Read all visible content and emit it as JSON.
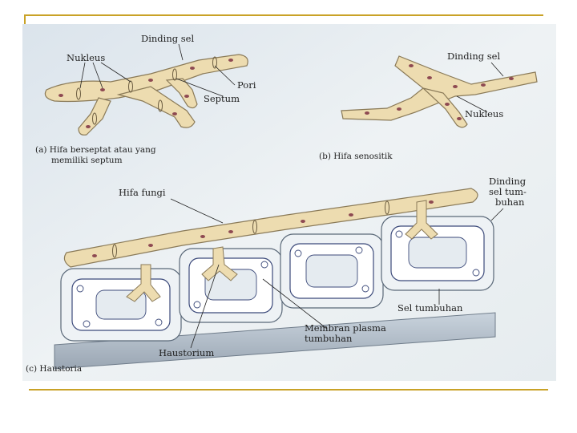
{
  "labels": {
    "dinding_sel_a": "Dinding sel",
    "nukleus_a": "Nukleus",
    "pori": "Pori",
    "septum": "Septum",
    "dinding_sel_b": "Dinding sel",
    "nukleus_b": "Nukleus",
    "hifa_fungi": "Hifa fungi",
    "dinding_sel_tumbuhan_1": "Dinding",
    "dinding_sel_tumbuhan_2": "sel tum-",
    "dinding_sel_tumbuhan_3": "buhan",
    "sel_tumbuhan": "Sel tumbuhan",
    "membran_plasma_1": "Membran plasma",
    "membran_plasma_2": "tumbuhan",
    "haustorium": "Haustorium"
  },
  "captions": {
    "a_line1": "(a)  Hifa berseptat atau yang",
    "a_line2": "memiliki septum",
    "b": "(b)  Hifa senositik",
    "c": "(c) Haustoria"
  },
  "colors": {
    "paper": "#e9eef2",
    "hypha_fill": "#eddcb0",
    "hypha_stroke": "#8a7a58",
    "nucleus": "#8e4a52",
    "cell_wall": "#dfe6ee",
    "membrane": "#3c4a7a",
    "rule": "#c9a227"
  }
}
